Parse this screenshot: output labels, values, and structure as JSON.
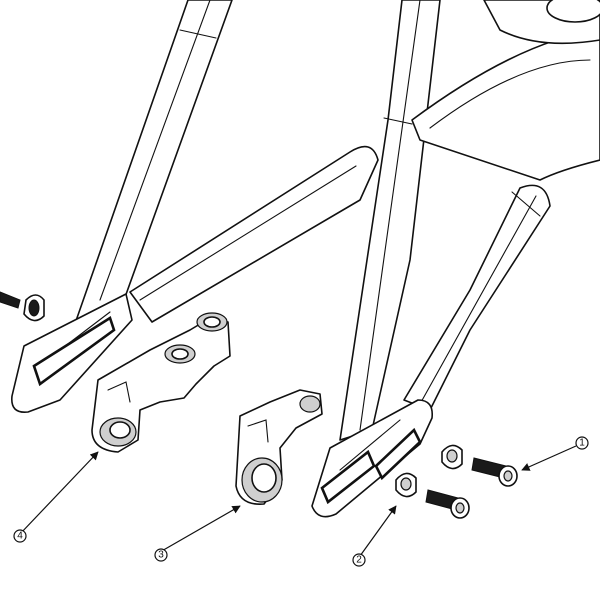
{
  "callouts": [
    {
      "id": "callout-1",
      "label": "1"
    },
    {
      "id": "callout-2",
      "label": "2"
    },
    {
      "id": "callout-3",
      "label": "3"
    },
    {
      "id": "callout-4",
      "label": "4"
    }
  ],
  "colors": {
    "line": "#111111",
    "shade": "#cfcfcf",
    "background": "#ffffff"
  }
}
